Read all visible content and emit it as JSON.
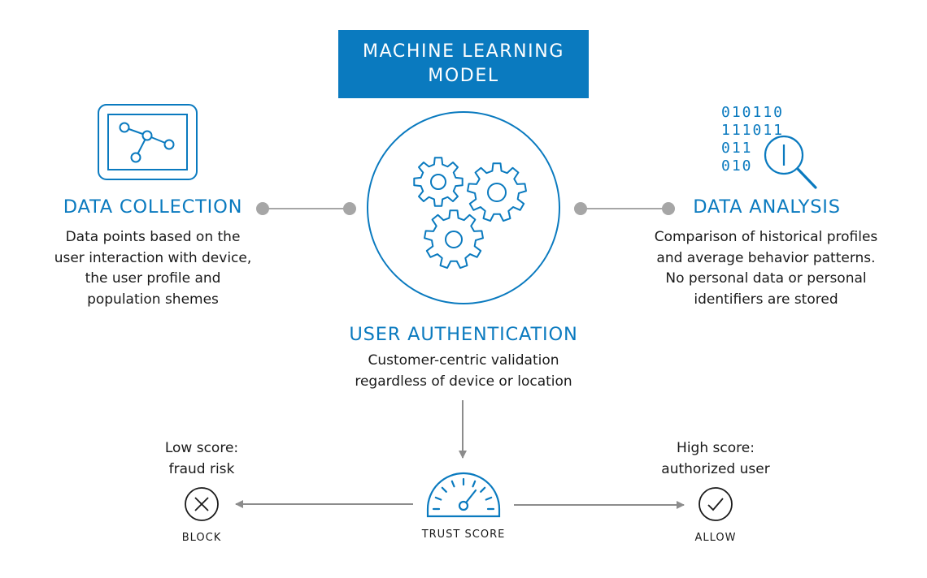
{
  "title": {
    "line1": "MACHINE LEARNING",
    "line2": "MODEL"
  },
  "data_collection": {
    "heading": "DATA COLLECTION",
    "lines": [
      "Data points based on the",
      "user interaction with device,",
      "the user profile and",
      "population shemes"
    ]
  },
  "data_analysis": {
    "heading": "DATA ANALYSIS",
    "lines": [
      "Comparison of historical profiles",
      "and average behavior patterns.",
      "No personal data or personal",
      "identifiers are stored"
    ],
    "binary": [
      "010110",
      "111011",
      "011",
      "010"
    ]
  },
  "user_authentication": {
    "heading": "USER AUTHENTICATION",
    "lines": [
      "Customer-centric validation",
      "regardless of device or location"
    ]
  },
  "trust_score": {
    "label": "TRUST SCORE"
  },
  "block": {
    "caption_line1": "Low score:",
    "caption_line2": "fraud risk",
    "label": "BLOCK"
  },
  "allow": {
    "caption_line1": "High score:",
    "caption_line2": "authorized user",
    "label": "ALLOW"
  },
  "colors": {
    "accent": "#0a7abf",
    "connector": "#a6a6a6",
    "text": "#1a1a1a"
  }
}
